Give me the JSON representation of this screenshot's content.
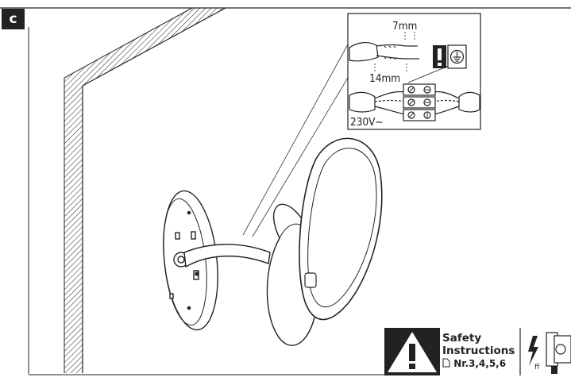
{
  "step_label": "c",
  "wiring": {
    "strip_length_short": "7mm",
    "strip_length_long": "14mm",
    "voltage": "230V~"
  },
  "safety": {
    "title_line1": "Safety",
    "title_line2": "Instructions",
    "reference": "Nr.3,4,5,6",
    "small_mark": "ff"
  },
  "icons": [
    "warning-triangle-icon",
    "earth-ground-icon",
    "exclamation-icon",
    "lightning-icon",
    "document-icon"
  ],
  "colors": {
    "ink": "#222222",
    "background": "#ffffff"
  }
}
